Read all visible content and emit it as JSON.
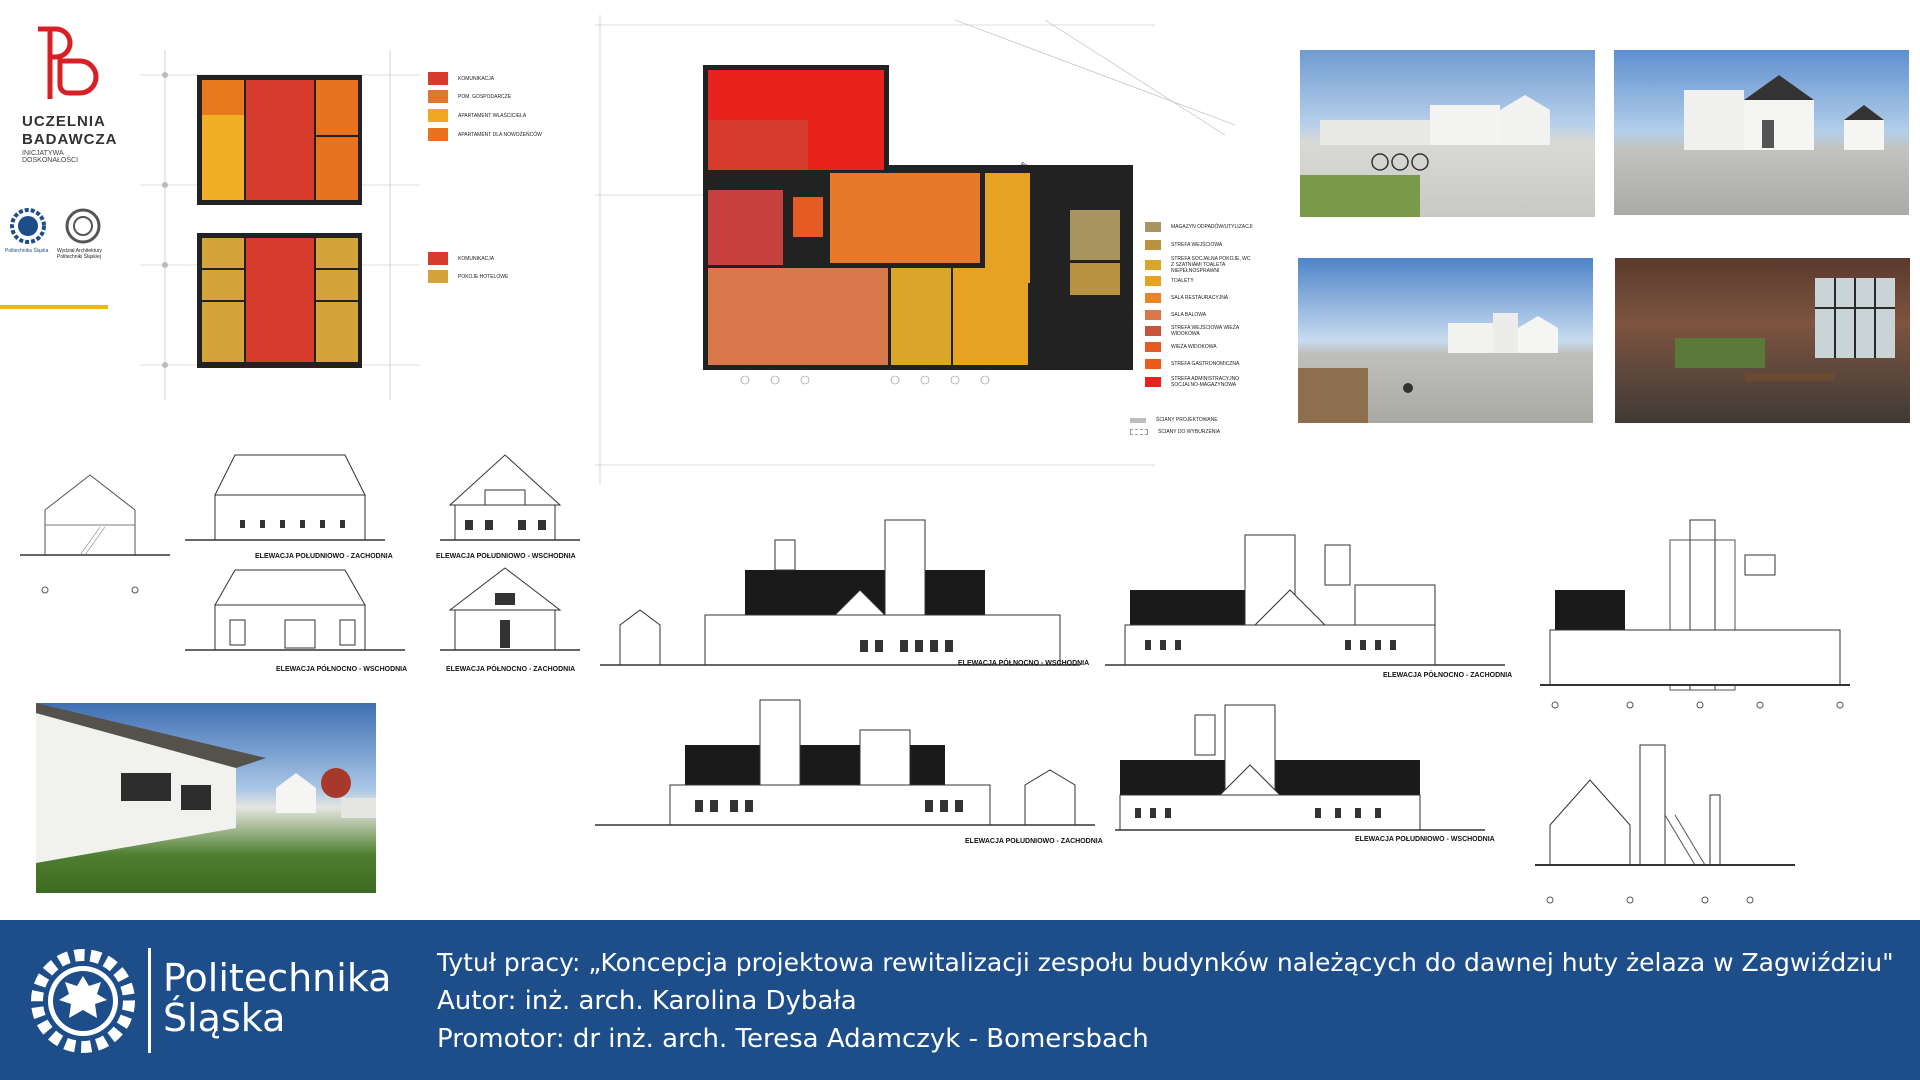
{
  "logo_top": {
    "line1": "UCZELNIA",
    "line2": "BADAWCZA",
    "line3": "INICJATYWA DOSKONAŁOŚCI",
    "politechnika_small": "Politechnika Śląska",
    "wydzial_small": "Wydział Architektury Politechniki Śląskiej"
  },
  "legend_small_top": [
    {
      "label": "KOMUNIKACJA",
      "color": "#d63b2e"
    },
    {
      "label": "POM. GOSPODARCZE",
      "color": "#e0762e"
    },
    {
      "label": "APARTAMENT WŁAŚCICIELA",
      "color": "#f0a91f"
    },
    {
      "label": "APARTAMENT DLA NOWOŻEŃCÓW",
      "color": "#e8731e"
    }
  ],
  "legend_small_bottom": [
    {
      "label": "KOMUNIKACJA",
      "color": "#d63b2e"
    },
    {
      "label": "POKOJE HOTELOWE",
      "color": "#d4a43a"
    }
  ],
  "legend_large": [
    {
      "label": "MAGAZYN ODPADÓW/UTYLIZACJI",
      "color": "#a89460"
    },
    {
      "label": "STREFA WEJŚCIOWA",
      "color": "#b8923f"
    },
    {
      "label": "STREFA SOCJALNA POKOJE, WC Z SZATNIAMI TOALETA NIEPEŁNOSPRAWNI",
      "color": "#d9a52a"
    },
    {
      "label": "TOALETY",
      "color": "#e6a323"
    },
    {
      "label": "SALA RESTAURACYJNA",
      "color": "#e8852a"
    },
    {
      "label": "SALA BALOWA",
      "color": "#d9794b"
    },
    {
      "label": "STREFA WEJŚCIOWA WIEŻA WIDOKOWA",
      "color": "#c8543e"
    },
    {
      "label": "WIEŻA WIDOKOWA",
      "color": "#e65a24"
    },
    {
      "label": "STREFA GASTRONOMICZNA",
      "color": "#ec5a1e"
    },
    {
      "label": "STREFA ADMINISTRACYJNO SOCJALNO-MAGAZYNOWA",
      "color": "#e8221c"
    }
  ],
  "legend_walls": [
    {
      "label": "ŚCIANY PROJEKTOWANE"
    },
    {
      "label": "ŚCIANY DO WYBURZENIA"
    }
  ],
  "plan_labels": {
    "brama": "BRAMA WJAZDOWA"
  },
  "elevation_labels": {
    "small_sw": "ELEWACJA POŁUDNIOWO - ZACHODNIA",
    "small_se": "ELEWACJA POŁUDNIOWO - WSCHODNIA",
    "small_ne": "ELEWACJA PÓŁNOCNO - WSCHODNIA",
    "small_nw": "ELEWACJA PÓŁNOCNO - ZACHODNIA",
    "big_ne": "ELEWACJA PÓŁNOCNO - WSCHODNIA",
    "big_nw": "ELEWACJA PÓŁNOCNO - ZACHODNIA",
    "big_sw": "ELEWACJA POŁUDNIOWO - ZACHODNIA",
    "big_se": "ELEWACJA POŁUDNIOWO - WSCHODNIA"
  },
  "footer": {
    "brand_line1": "Politechnika",
    "brand_line2": "Śląska",
    "title": "Tytuł pracy: „Koncepcja projektowa rewitalizacji zespołu budynków należących do dawnej huty żelaza w Zagwiździu\"",
    "author": "Autor: inż. arch. Karolina Dybała",
    "promotor": "Promotor: dr inż. arch. Teresa Adamczyk - Bomersbach"
  },
  "colors": {
    "footer_bg": "#1d4e89",
    "logo_red": "#d81f26",
    "accent_yellow": "#f2b705"
  }
}
